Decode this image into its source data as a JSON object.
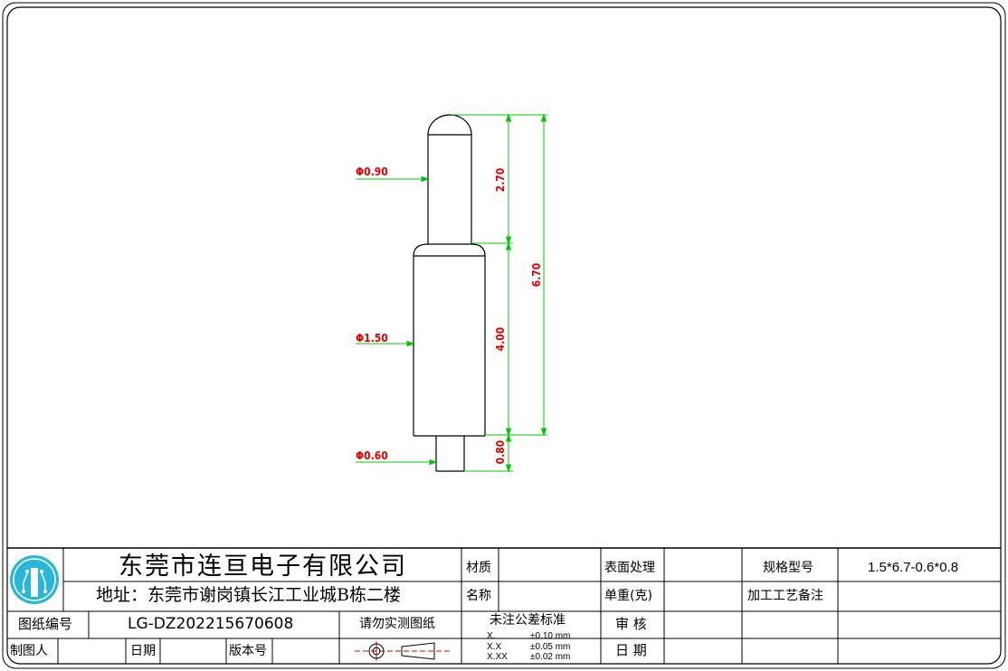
{
  "colors": {
    "dimension": "#00c800",
    "dimension_text": "#e00000",
    "outline": "#000000",
    "logo": "#29b6d9",
    "center_mark": "#e00000"
  },
  "drawing": {
    "dim_tip_dia": "Φ0.90",
    "dim_body_dia": "Φ1.50",
    "dim_tail_dia": "Φ0.60",
    "dim_tip_len": "2.70",
    "dim_body_len": "4.00",
    "dim_tail_len": "0.80",
    "dim_total_len": "6.70"
  },
  "title_block": {
    "company": "东莞市连亘电子有限公司",
    "address": "地址：东莞市谢岗镇长江工业城B栋二楼",
    "material_label": "材质",
    "name_label": "名称",
    "surface_label": "表面处理",
    "weight_label": "单重(克)",
    "spec_label": "规格型号",
    "spec_value": "1.5*6.7-0.6*0.8",
    "process_label": "加工工艺备注",
    "drawing_no_label": "图纸编号",
    "drawing_no_value": "LG-DZ202215670608",
    "no_measure": "请勿实测图纸",
    "tolerance_title": "未注公差标准",
    "tol_rows": [
      {
        "key": "X.",
        "val": "±0.10  mm"
      },
      {
        "key": "X.X",
        "val": "±0.05  mm"
      },
      {
        "key": "X.XX",
        "val": "±0.02  mm"
      }
    ],
    "review_label": "审  核",
    "date_label2": "日  期",
    "drafter_label": "制图人",
    "date_label": "日期",
    "version_label": "版本号"
  }
}
